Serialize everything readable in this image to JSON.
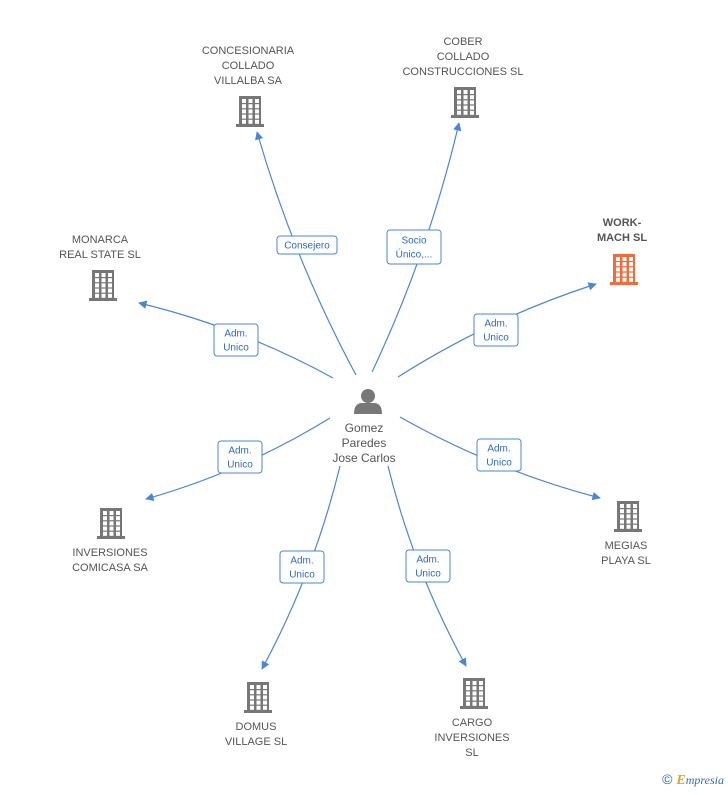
{
  "center": {
    "lines": [
      "Gomez",
      "Paredes",
      "Jose Carlos"
    ],
    "icon": "person-icon"
  },
  "colors": {
    "edge": "#4a86d8",
    "edge_text": "#2d6bc4",
    "building": "#777777",
    "building_highlight": "#f26b3a",
    "label": "#555555"
  },
  "nodes": [
    {
      "id": "concesionaria",
      "lines": [
        "CONCESIONARIA",
        "COLLADO",
        "VILLALBA SA"
      ],
      "relation": [
        "Consejero"
      ],
      "highlight": false,
      "icon": "building-icon"
    },
    {
      "id": "cober",
      "lines": [
        "COBER",
        "COLLADO",
        "CONSTRUCCIONES SL"
      ],
      "relation": [
        "Socio",
        "Único,..."
      ],
      "highlight": false,
      "icon": "building-icon"
    },
    {
      "id": "workmach",
      "lines": [
        "WORK-",
        "MACH SL"
      ],
      "relation": [
        "Adm.",
        "Unico"
      ],
      "highlight": true,
      "icon": "building-icon"
    },
    {
      "id": "monarca",
      "lines": [
        "MONARCA",
        "REAL STATE SL"
      ],
      "relation": [
        "Adm.",
        "Unico"
      ],
      "highlight": false,
      "icon": "building-icon"
    },
    {
      "id": "comicasa",
      "lines": [
        "INVERSIONES",
        "COMICASA SA"
      ],
      "relation": [
        "Adm.",
        "Unico"
      ],
      "highlight": false,
      "icon": "building-icon"
    },
    {
      "id": "megias",
      "lines": [
        "MEGIAS",
        "PLAYA SL"
      ],
      "relation": [
        "Adm.",
        "Unico"
      ],
      "highlight": false,
      "icon": "building-icon"
    },
    {
      "id": "domus",
      "lines": [
        "DOMUS",
        "VILLAGE SL"
      ],
      "relation": [
        "Adm.",
        "Unico"
      ],
      "highlight": false,
      "icon": "building-icon"
    },
    {
      "id": "cargo",
      "lines": [
        "CARGO",
        "INVERSIONES",
        "SL"
      ],
      "relation": [
        "Adm.",
        "Unico"
      ],
      "highlight": false,
      "icon": "building-icon"
    }
  ],
  "footer": {
    "copyright_symbol": "©",
    "brand_initial": "E",
    "brand_rest": "mpresia"
  }
}
